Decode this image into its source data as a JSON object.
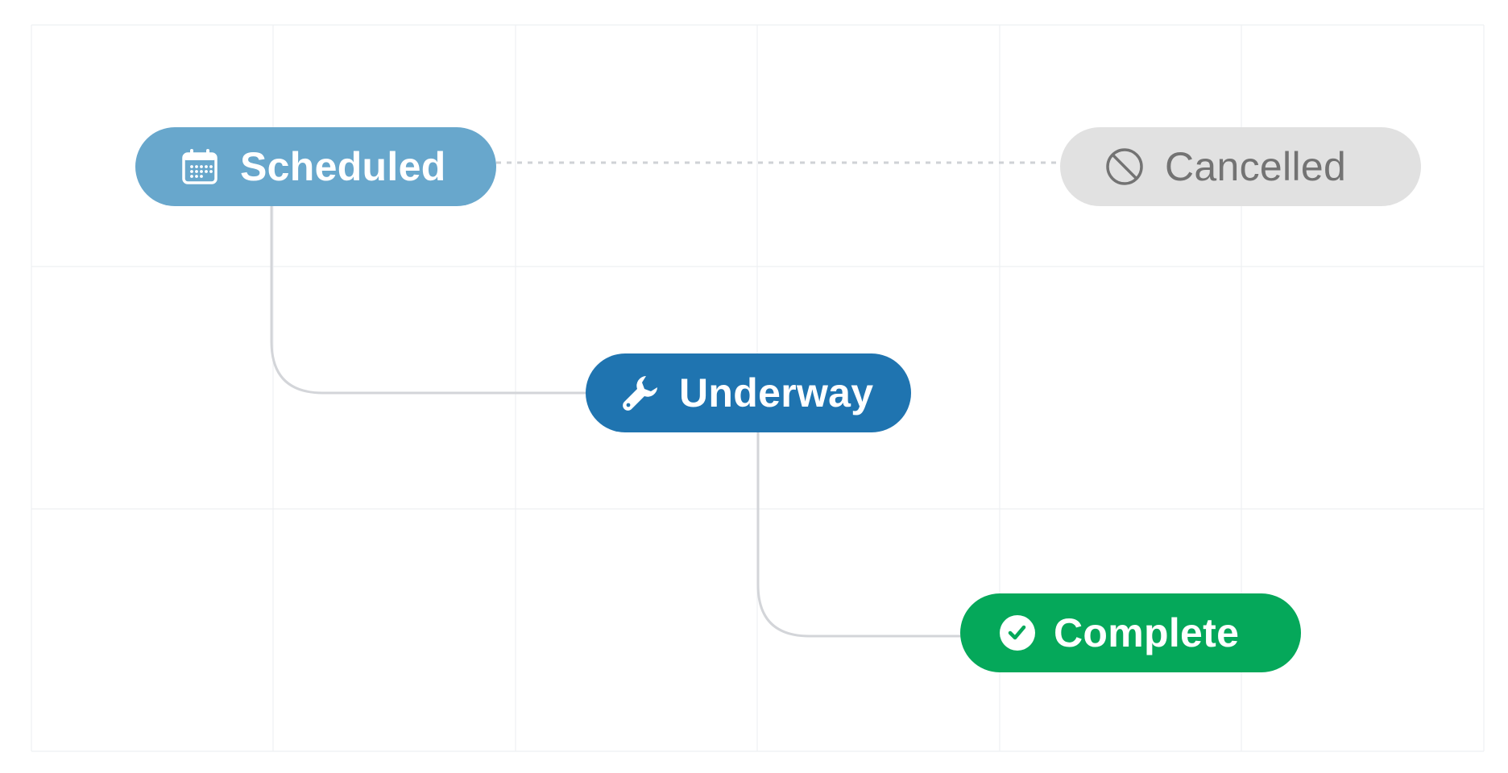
{
  "diagram": {
    "nodes": {
      "scheduled": {
        "label": "Scheduled",
        "icon": "calendar-icon",
        "color": "#68a7cc"
      },
      "underway": {
        "label": "Underway",
        "icon": "wrench-icon",
        "color": "#1f74b0"
      },
      "complete": {
        "label": "Complete",
        "icon": "check-circle-icon",
        "color": "#05a85a"
      },
      "cancelled": {
        "label": "Cancelled",
        "icon": "prohibited-icon",
        "color": "#e1e1e1"
      }
    },
    "edges": [
      {
        "from": "scheduled",
        "to": "underway",
        "style": "solid"
      },
      {
        "from": "underway",
        "to": "complete",
        "style": "solid"
      },
      {
        "from": "scheduled",
        "to": "cancelled",
        "style": "dashed"
      }
    ],
    "colors": {
      "grid": "#eef0f2",
      "connector": "#d3d5d9",
      "cancelled_text": "#737373"
    }
  }
}
